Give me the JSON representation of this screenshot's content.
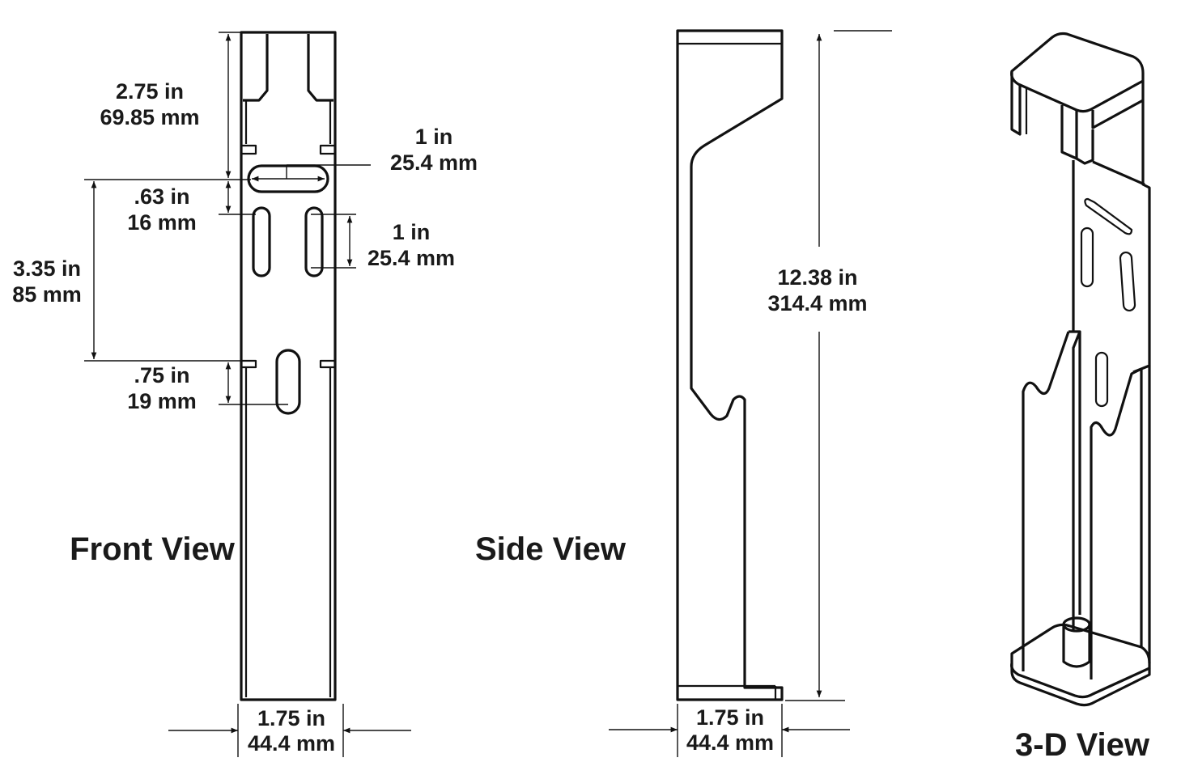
{
  "views": {
    "front": "Front View",
    "side": "Side View",
    "threed": "3-D View"
  },
  "dimensions": {
    "top_section": {
      "in": "2.75 in",
      "mm": "69.85 mm"
    },
    "slot_width": {
      "in": "1 in",
      "mm": "25.4 mm"
    },
    "slot_gap": {
      "in": ".63 in",
      "mm": "16 mm"
    },
    "slot_height": {
      "in": "1 in",
      "mm": "25.4 mm"
    },
    "slot_spacing": {
      "in": "3.35 in",
      "mm": "85 mm"
    },
    "lower_slot": {
      "in": ".75 in",
      "mm": "19 mm"
    },
    "overall_height": {
      "in": "12.38 in",
      "mm": "314.4 mm"
    },
    "front_width": {
      "in": "1.75 in",
      "mm": "44.4 mm"
    },
    "side_width": {
      "in": "1.75 in",
      "mm": "44.4 mm"
    }
  }
}
